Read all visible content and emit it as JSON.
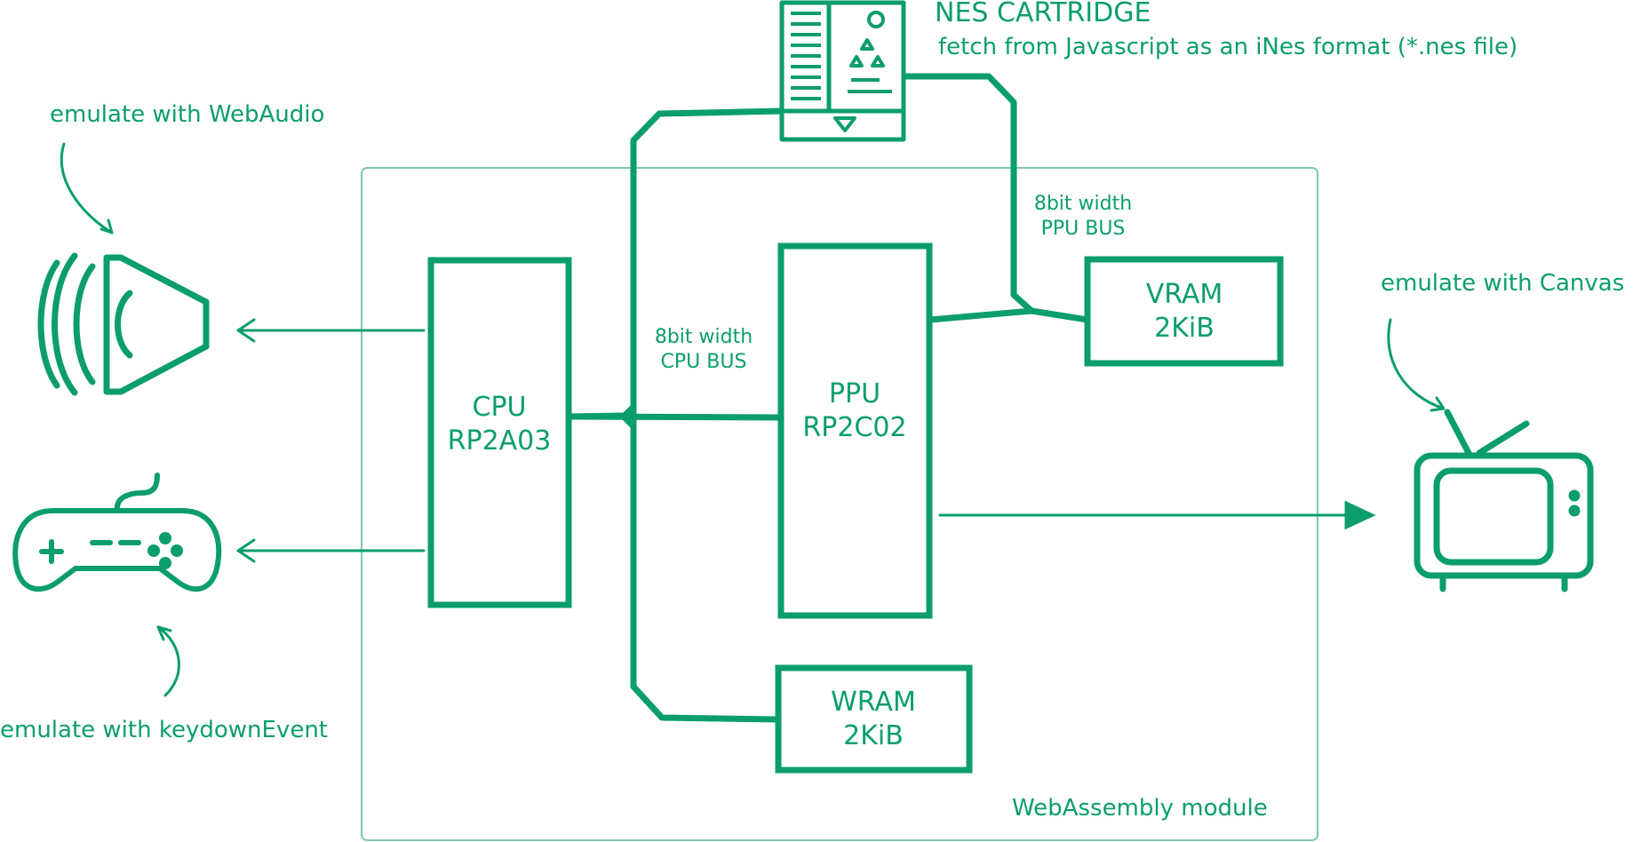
{
  "colors": {
    "accent": "#0b9e6c",
    "background": "#ffffff",
    "module_border": "#7dcaa8"
  },
  "cartridge": {
    "icon": "nes-cartridge-icon",
    "title": "NES CARTRIDGE",
    "subtitle": "fetch from Javascript as an iNes format (*.nes file)"
  },
  "module": {
    "label": "WebAssembly module"
  },
  "blocks": {
    "cpu": {
      "line1": "CPU",
      "line2": "RP2A03"
    },
    "ppu": {
      "line1": "PPU",
      "line2": "RP2C02"
    },
    "vram": {
      "line1": "VRAM",
      "line2": "2KiB"
    },
    "wram": {
      "line1": "WRAM",
      "line2": "2KiB"
    }
  },
  "buses": {
    "cpu_bus": {
      "line1": "8bit width",
      "line2": "CPU BUS"
    },
    "ppu_bus": {
      "line1": "8bit width",
      "line2": "PPU BUS"
    }
  },
  "peripherals": {
    "audio": {
      "icon": "speaker-icon",
      "note": "emulate with WebAudio"
    },
    "gamepad": {
      "icon": "gamepad-icon",
      "note": "emulate with keydownEvent"
    },
    "tv": {
      "icon": "tv-icon",
      "note": "emulate with Canvas"
    }
  }
}
